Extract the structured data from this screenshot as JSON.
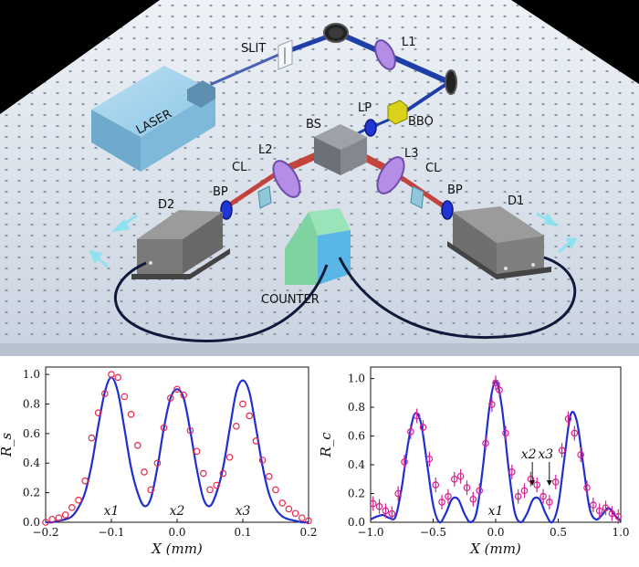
{
  "setup": {
    "labels": {
      "laser": "LASER",
      "slit": "SLIT",
      "l1": "L1",
      "bbo": "BBO",
      "lp": "LP",
      "bs": "BS",
      "l2": "L2",
      "l3": "L3",
      "cl_left": "CL",
      "cl_right": "CL",
      "bp_left": "BP",
      "bp_right": "BP",
      "d2": "D2",
      "d1": "D1",
      "counter": "COUNTER"
    },
    "colors": {
      "laser_box": "#8ec7e6",
      "pump_beam": "#1f3fa8",
      "signal_beam": "#c0281e",
      "counter_box": "#7fd3a0",
      "counter_face": "#5ab6e6",
      "detector": "#7a7a7a",
      "table": "#dde5ee",
      "lens": "#b48ee6",
      "bbo": "#d8d21a"
    }
  },
  "chart_data": [
    {
      "type": "scatter",
      "title": "",
      "xlabel": "X (mm)",
      "ylabel": "R_s",
      "xlim": [
        -0.2,
        0.2
      ],
      "ylim": [
        0,
        1.05
      ],
      "xticks": [
        "−0.2",
        "−0.1",
        "0.0",
        "0.1",
        "0.2"
      ],
      "yticks": [
        "0.0",
        "0.2",
        "0.4",
        "0.6",
        "0.8",
        "1.0"
      ],
      "annotations": [
        "x1",
        "x2",
        "x3"
      ],
      "annotation_x": [
        -0.1,
        0.0,
        0.1
      ],
      "colors": {
        "fit": "#1f2fd0",
        "data": "#e8274b"
      },
      "series": [
        {
          "kind": "fit",
          "x": [
            -0.2,
            -0.19,
            -0.18,
            -0.17,
            -0.16,
            -0.15,
            -0.14,
            -0.13,
            -0.12,
            -0.11,
            -0.1,
            -0.09,
            -0.08,
            -0.07,
            -0.06,
            -0.05,
            -0.04,
            -0.03,
            -0.02,
            -0.01,
            0.0,
            0.01,
            0.02,
            0.03,
            0.04,
            0.05,
            0.06,
            0.07,
            0.08,
            0.09,
            0.1,
            0.11,
            0.12,
            0.13,
            0.14,
            0.15,
            0.16,
            0.17,
            0.18,
            0.19,
            0.2
          ],
          "y": [
            0.0,
            0.0,
            0.01,
            0.02,
            0.04,
            0.1,
            0.2,
            0.39,
            0.65,
            0.88,
            0.98,
            0.88,
            0.63,
            0.37,
            0.2,
            0.11,
            0.16,
            0.37,
            0.64,
            0.84,
            0.9,
            0.84,
            0.62,
            0.36,
            0.16,
            0.11,
            0.2,
            0.37,
            0.63,
            0.88,
            0.96,
            0.88,
            0.64,
            0.38,
            0.19,
            0.09,
            0.04,
            0.02,
            0.01,
            0.0,
            0.0
          ]
        },
        {
          "kind": "data",
          "x": [
            -0.2,
            -0.19,
            -0.18,
            -0.17,
            -0.16,
            -0.15,
            -0.14,
            -0.13,
            -0.12,
            -0.11,
            -0.1,
            -0.09,
            -0.08,
            -0.07,
            -0.06,
            -0.05,
            -0.04,
            -0.03,
            -0.02,
            -0.01,
            0.0,
            0.01,
            0.02,
            0.03,
            0.04,
            0.05,
            0.06,
            0.07,
            0.08,
            0.09,
            0.1,
            0.11,
            0.12,
            0.13,
            0.14,
            0.15,
            0.16,
            0.17,
            0.18,
            0.19,
            0.2
          ],
          "y": [
            0.0,
            0.02,
            0.03,
            0.05,
            0.1,
            0.15,
            0.28,
            0.57,
            0.74,
            0.87,
            1.0,
            0.98,
            0.85,
            0.73,
            0.52,
            0.34,
            0.22,
            0.4,
            0.64,
            0.84,
            0.9,
            0.86,
            0.62,
            0.48,
            0.33,
            0.22,
            0.25,
            0.33,
            0.44,
            0.65,
            0.8,
            0.72,
            0.55,
            0.42,
            0.31,
            0.22,
            0.13,
            0.09,
            0.06,
            0.03,
            0.01
          ]
        }
      ]
    },
    {
      "type": "scatter",
      "title": "",
      "xlabel": "X (mm)",
      "ylabel": "R_c",
      "xlim": [
        -1.0,
        1.0
      ],
      "ylim": [
        0,
        1.08
      ],
      "xticks": [
        "−1.0",
        "−0.5",
        "0.0",
        "0.5",
        "1.0"
      ],
      "yticks": [
        "0.0",
        "0.2",
        "0.4",
        "0.6",
        "0.8",
        "1.0"
      ],
      "annotations": [
        "x1",
        "x2",
        "x3"
      ],
      "annotation_x": [
        0.0,
        0.22,
        0.4
      ],
      "colors": {
        "fit": "#1f2fd0",
        "data": "#d6208f"
      },
      "series": [
        {
          "kind": "fit",
          "x": [
            -1.0,
            -0.95,
            -0.9,
            -0.85,
            -0.8,
            -0.75,
            -0.7,
            -0.65,
            -0.6,
            -0.55,
            -0.5,
            -0.45,
            -0.4,
            -0.35,
            -0.3,
            -0.25,
            -0.2,
            -0.15,
            -0.1,
            -0.05,
            0.0,
            0.05,
            0.1,
            0.15,
            0.2,
            0.25,
            0.3,
            0.35,
            0.4,
            0.45,
            0.5,
            0.55,
            0.6,
            0.65,
            0.7,
            0.75,
            0.8,
            0.85,
            0.9,
            0.95,
            1.0
          ],
          "y": [
            0.02,
            0.04,
            0.05,
            0.03,
            0.04,
            0.25,
            0.55,
            0.75,
            0.7,
            0.42,
            0.12,
            0.0,
            0.06,
            0.16,
            0.16,
            0.06,
            0.0,
            0.08,
            0.4,
            0.8,
            0.98,
            0.8,
            0.4,
            0.08,
            0.0,
            0.06,
            0.16,
            0.16,
            0.06,
            0.0,
            0.12,
            0.45,
            0.75,
            0.7,
            0.4,
            0.1,
            0.02,
            0.05,
            0.1,
            0.05,
            0.01
          ]
        },
        {
          "kind": "data",
          "x": [
            -0.98,
            -0.93,
            -0.88,
            -0.83,
            -0.78,
            -0.73,
            -0.68,
            -0.63,
            -0.58,
            -0.53,
            -0.48,
            -0.43,
            -0.38,
            -0.33,
            -0.28,
            -0.23,
            -0.18,
            -0.13,
            -0.08,
            -0.03,
            0.0,
            0.03,
            0.08,
            0.13,
            0.18,
            0.23,
            0.28,
            0.33,
            0.38,
            0.43,
            0.48,
            0.53,
            0.58,
            0.63,
            0.68,
            0.73,
            0.78,
            0.83,
            0.88,
            0.93,
            0.98
          ],
          "y": [
            0.13,
            0.11,
            0.08,
            0.06,
            0.2,
            0.42,
            0.63,
            0.74,
            0.66,
            0.44,
            0.26,
            0.14,
            0.18,
            0.3,
            0.32,
            0.24,
            0.16,
            0.22,
            0.55,
            0.82,
            0.97,
            0.92,
            0.62,
            0.35,
            0.18,
            0.22,
            0.3,
            0.26,
            0.18,
            0.14,
            0.28,
            0.5,
            0.72,
            0.62,
            0.47,
            0.24,
            0.12,
            0.08,
            0.1,
            0.06,
            0.04
          ]
        }
      ]
    }
  ]
}
